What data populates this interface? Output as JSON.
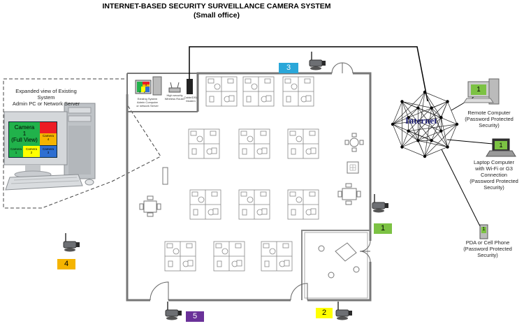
{
  "title": "INTERNET-BASED SECURITY SURVEILLANCE CAMERA SYSTEM",
  "subtitle": "(Small office)",
  "expanded_view": {
    "caption_line1": "Expanded view of Existing System",
    "caption_line2": "Admin PC or Network Server",
    "monitor": {
      "main_line1": "Camera",
      "main_line2": "1",
      "main_line3": "(Full View)",
      "cam1_line1": "Camera",
      "cam1_line2": "1",
      "cam2_line1": "Camera",
      "cam2_line2": "2",
      "cam3_line1": "Camera",
      "cam3_line2": "3",
      "cam4_line1": "Camera",
      "cam4_line2": "4"
    }
  },
  "server_room": {
    "admin_label_line1": "Existing System",
    "admin_label_line2": "Admin Computer",
    "admin_label_line3": "or network Server",
    "router_line1": "High security",
    "router_line2": "Wireless Router",
    "modem_line1": "Cable/DSL",
    "modem_line2": "Modem",
    "mini_cam1": "1",
    "mini_cam2": "2",
    "mini_cam3": "3",
    "mini_cam4": "4"
  },
  "internet_label": "Internet",
  "devices": [
    {
      "screen": "1",
      "line1": "Remote Computer",
      "line2": "(Password Protected",
      "line3": "Security)"
    },
    {
      "screen": "1",
      "line1": "Laptop Computer",
      "line2": "with Wi-Fi or G3",
      "line3": "Connection",
      "line4": "(Password Protected",
      "line5": "Security)"
    },
    {
      "screen": "1",
      "line1": "PDA or Cell Phone",
      "line2": "(Password Protected",
      "line3": "Security)"
    }
  ],
  "cameras": [
    {
      "label": "1",
      "color": "#7cc243"
    },
    {
      "label": "2",
      "color": "#ffff00"
    },
    {
      "label": "3",
      "color": "#2aa7d9"
    },
    {
      "label": "4",
      "color": "#f5b400"
    },
    {
      "label": "5",
      "color": "#6a3199"
    }
  ],
  "colors": {
    "wall": "#777777",
    "cam1": "#7cc243",
    "cam2": "#ffff00",
    "cam3": "#2aa7d9",
    "cam4": "#f5b400",
    "cam5": "#6a3199",
    "monitor_green": "#21b24b",
    "monitor_red": "#ed1c24",
    "monitor_blue": "#2e6fd1"
  }
}
